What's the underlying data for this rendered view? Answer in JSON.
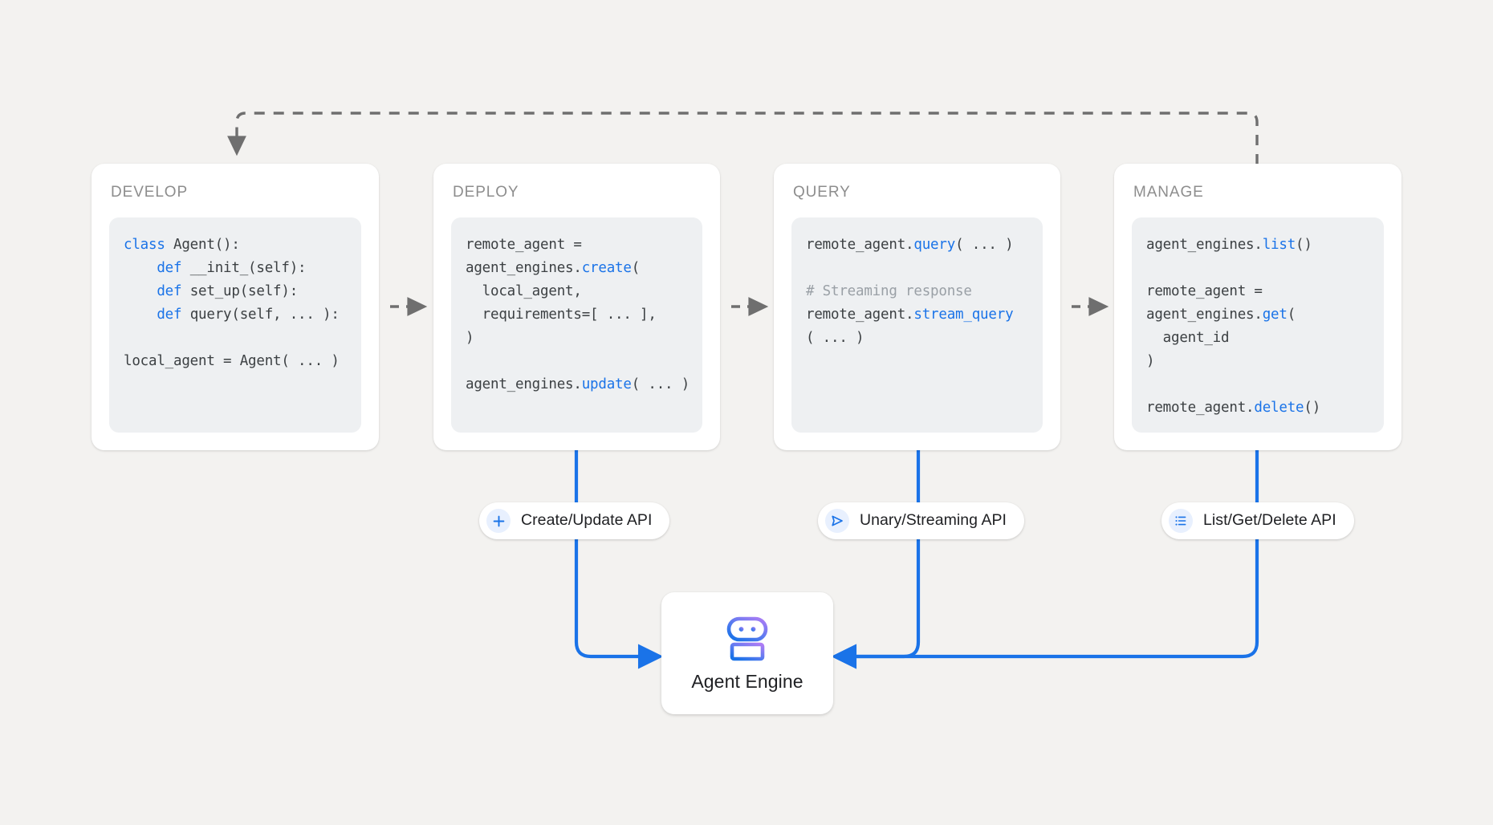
{
  "background_color": "#f3f2f0",
  "accent_color": "#1a73e8",
  "dashed_arrow_color": "#6f6f6f",
  "stages": [
    {
      "id": "develop",
      "title": "DEVELOP",
      "code_lines": [
        [
          {
            "t": "class ",
            "c": "kw"
          },
          {
            "t": "Agent():",
            "c": ""
          }
        ],
        [
          {
            "t": "    ",
            "c": ""
          },
          {
            "t": "def ",
            "c": "kw"
          },
          {
            "t": "__init_(self):",
            "c": ""
          }
        ],
        [
          {
            "t": "    ",
            "c": ""
          },
          {
            "t": "def ",
            "c": "kw"
          },
          {
            "t": "set_up(self):",
            "c": ""
          }
        ],
        [
          {
            "t": "    ",
            "c": ""
          },
          {
            "t": "def ",
            "c": "kw"
          },
          {
            "t": "query(self, ... ):",
            "c": ""
          }
        ],
        [
          {
            "t": "",
            "c": ""
          }
        ],
        [
          {
            "t": "local_agent = Agent( ... )",
            "c": ""
          }
        ]
      ]
    },
    {
      "id": "deploy",
      "title": "DEPLOY",
      "code_lines": [
        [
          {
            "t": "remote_agent =",
            "c": ""
          }
        ],
        [
          {
            "t": "agent_engines.",
            "c": ""
          },
          {
            "t": "create",
            "c": "fn"
          },
          {
            "t": "(",
            "c": ""
          }
        ],
        [
          {
            "t": "  local_agent,",
            "c": ""
          }
        ],
        [
          {
            "t": "  requirements=[ ... ],",
            "c": ""
          }
        ],
        [
          {
            "t": ")",
            "c": ""
          }
        ],
        [
          {
            "t": "",
            "c": ""
          }
        ],
        [
          {
            "t": "agent_engines.",
            "c": ""
          },
          {
            "t": "update",
            "c": "fn"
          },
          {
            "t": "( ... )",
            "c": ""
          }
        ]
      ]
    },
    {
      "id": "query",
      "title": "QUERY",
      "code_lines": [
        [
          {
            "t": "remote_agent.",
            "c": ""
          },
          {
            "t": "query",
            "c": "fn"
          },
          {
            "t": "( ... )",
            "c": ""
          }
        ],
        [
          {
            "t": "",
            "c": ""
          }
        ],
        [
          {
            "t": "# Streaming response",
            "c": "cm"
          }
        ],
        [
          {
            "t": "remote_agent.",
            "c": ""
          },
          {
            "t": "stream_query",
            "c": "fn"
          }
        ],
        [
          {
            "t": "( ... )",
            "c": ""
          }
        ]
      ]
    },
    {
      "id": "manage",
      "title": "MANAGE",
      "code_lines": [
        [
          {
            "t": "agent_engines.",
            "c": ""
          },
          {
            "t": "list",
            "c": "fn"
          },
          {
            "t": "()",
            "c": ""
          }
        ],
        [
          {
            "t": "",
            "c": ""
          }
        ],
        [
          {
            "t": "remote_agent =",
            "c": ""
          }
        ],
        [
          {
            "t": "agent_engines.",
            "c": ""
          },
          {
            "t": "get",
            "c": "fn"
          },
          {
            "t": "(",
            "c": ""
          }
        ],
        [
          {
            "t": "  agent_id",
            "c": ""
          }
        ],
        [
          {
            "t": ")",
            "c": ""
          }
        ],
        [
          {
            "t": "",
            "c": ""
          }
        ],
        [
          {
            "t": "remote_agent.",
            "c": ""
          },
          {
            "t": "delete",
            "c": "fn"
          },
          {
            "t": "()",
            "c": ""
          }
        ]
      ]
    }
  ],
  "api_pills": [
    {
      "id": "create",
      "label": "Create/Update API",
      "icon": "plus-icon"
    },
    {
      "id": "unary",
      "label": "Unary/Streaming API",
      "icon": "send-icon"
    },
    {
      "id": "list",
      "label": "List/Get/Delete API",
      "icon": "list-icon"
    }
  ],
  "agent_engine": {
    "label": "Agent Engine",
    "icon": "robot-icon",
    "gradient_from": "#b07cf5",
    "gradient_to": "#1a73e8"
  }
}
